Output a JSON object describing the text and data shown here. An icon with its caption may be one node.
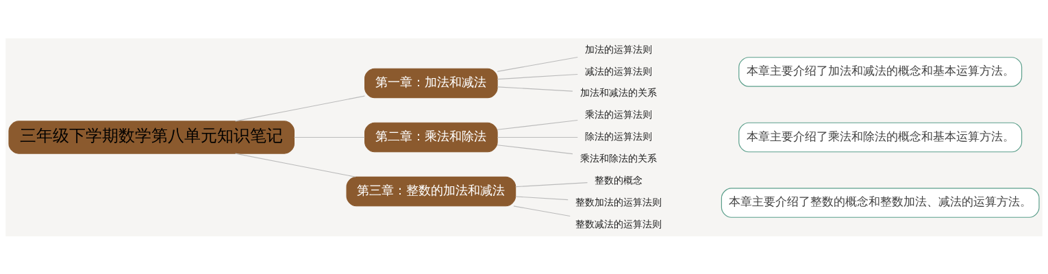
{
  "diagram": {
    "nodes": [
      {
        "text": [
          "三年级下学期数学第八单元知识笔记"
        ]
      },
      {
        "text": [
          "第一章：加法和减法"
        ]
      },
      {
        "text": [
          "加法的运算法则"
        ]
      },
      {
        "text": [
          "减法的运算法则"
        ]
      },
      {
        "text": [
          "加法和减法的关系"
        ]
      },
      {
        "text": [
          "本章主要介绍了加法和减法的概念和基本运算方法。"
        ]
      },
      {
        "text": [
          "第二章：乘法和除法"
        ]
      },
      {
        "text": [
          "乘法的运算法则"
        ]
      },
      {
        "text": [
          "除法的运算法则"
        ]
      },
      {
        "text": [
          "乘法和除法的关系"
        ]
      },
      {
        "text": [
          "本章主要介绍了乘法和除法的概念和基本运算方法。"
        ]
      },
      {
        "text": [
          "第三章：整数的加法和减法"
        ]
      },
      {
        "text": [
          "整数的概念"
        ]
      },
      {
        "text": [
          "整数加法的运算法则"
        ]
      },
      {
        "text": [
          "整数减法的运算法则"
        ]
      },
      {
        "text": [
          "本章主要介绍了整数的概念和整数加法、减法的运算方法。"
        ]
      }
    ],
    "edges": [
      {
        "from": 0,
        "to": 1,
        "arrow": "none"
      },
      {
        "from": 1,
        "to": 2,
        "arrow": "none"
      },
      {
        "from": 1,
        "to": 3,
        "arrow": "none"
      },
      {
        "from": 1,
        "to": 4,
        "arrow": "none"
      },
      {
        "from": 0,
        "to": 6,
        "arrow": "none"
      },
      {
        "from": 6,
        "to": 7,
        "arrow": "none"
      },
      {
        "from": 6,
        "to": 8,
        "arrow": "none"
      },
      {
        "from": 6,
        "to": 9,
        "arrow": "none"
      },
      {
        "from": 0,
        "to": 11,
        "arrow": "none"
      },
      {
        "from": 11,
        "to": 12,
        "arrow": "none"
      },
      {
        "from": 11,
        "to": 13,
        "arrow": "none"
      },
      {
        "from": 11,
        "to": 14,
        "arrow": "none"
      }
    ]
  }
}
